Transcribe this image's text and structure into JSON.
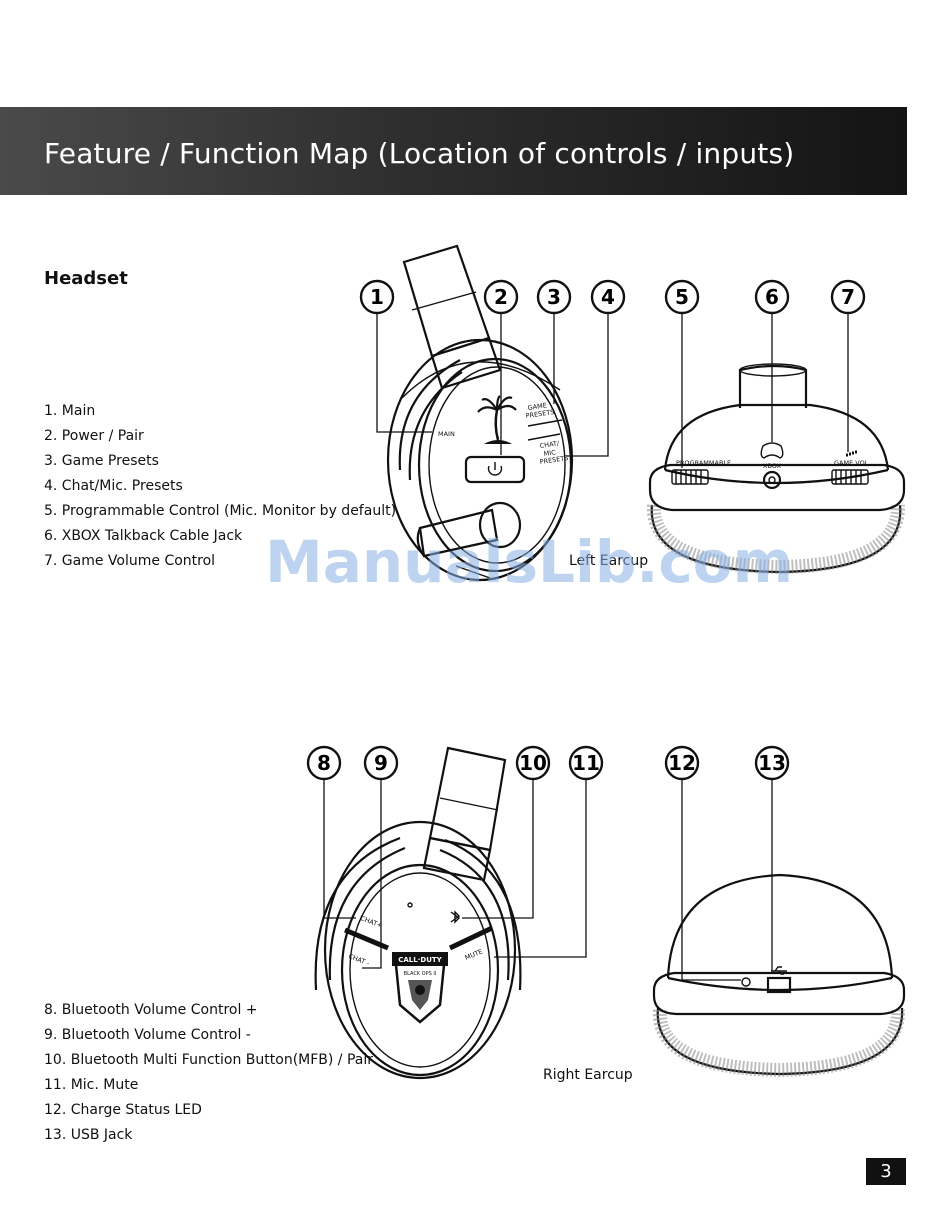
{
  "page": {
    "title": "Feature / Function Map (Location of controls / inputs)",
    "section_heading": "Headset",
    "page_number": "3",
    "watermark": "ManualsLib.com"
  },
  "headset_items": [
    "1. Main",
    "2. Power / Pair",
    "3. Game Presets",
    "4. Chat/Mic. Presets",
    "5. Programmable Control (Mic. Monitor by default)",
    "6. XBOX Talkback Cable Jack",
    "7. Game Volume Control"
  ],
  "right_items": [
    "8. Bluetooth Volume Control +",
    "9. Bluetooth Volume Control -",
    "10. Bluetooth Multi Function Button(MFB) / Pair",
    "11. Mic. Mute",
    "12. Charge Status LED",
    "13. USB Jack"
  ],
  "captions": {
    "left_earcup": "Left Earcup",
    "right_earcup": "Right Earcup"
  },
  "callouts": [
    "1",
    "2",
    "3",
    "4",
    "5",
    "6",
    "7",
    "8",
    "9",
    "10",
    "11",
    "12",
    "13"
  ],
  "device_labels": {
    "main": "MAIN",
    "game_presets_1": "GAME",
    "game_presets_2": "PRESETS",
    "chat_presets_1": "CHAT/",
    "chat_presets_2": "MIC",
    "chat_presets_3": "PRESETS",
    "programmable": "PROGRAMMABLE",
    "xbox_jack": "XBOX",
    "game_vol": "GAME VOL",
    "chat_plus": "CHAT+",
    "chat_minus": "CHAT -",
    "mute": "MUTE",
    "logo_1": "CALL·DUTY",
    "logo_2": "BLACK OPS II"
  },
  "icons": [
    "power-icon",
    "palm-tree-logo-icon",
    "bluetooth-icon",
    "usb-icon",
    "xbox-controller-icon",
    "volume-bars-icon",
    "emblem-logo-icon"
  ]
}
